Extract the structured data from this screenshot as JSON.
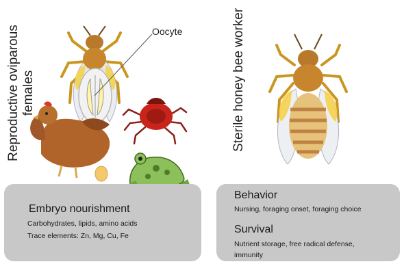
{
  "left": {
    "vertical_label_line1": "Reproductive oviparous",
    "vertical_label_line2": "females",
    "callout": "Oocyte",
    "card": {
      "heading": "Embryo nourishment",
      "line1": "Carbohydrates, lipids, amino acids",
      "line2": "Trace elements: Zn, Mg, Cu, Fe"
    }
  },
  "right": {
    "vertical_label": "Sterile honey bee worker",
    "card": {
      "heading1": "Behavior",
      "line1": "Nursing, foraging onset, foraging choice",
      "heading2": "Survival",
      "line2": "Nutrient storage, free radical defense,",
      "line3": "immunity"
    }
  },
  "icons": [
    "queen-bee-icon",
    "hen-icon",
    "egg-icon",
    "tick-icon",
    "frog-icon",
    "worker-bee-icon"
  ]
}
